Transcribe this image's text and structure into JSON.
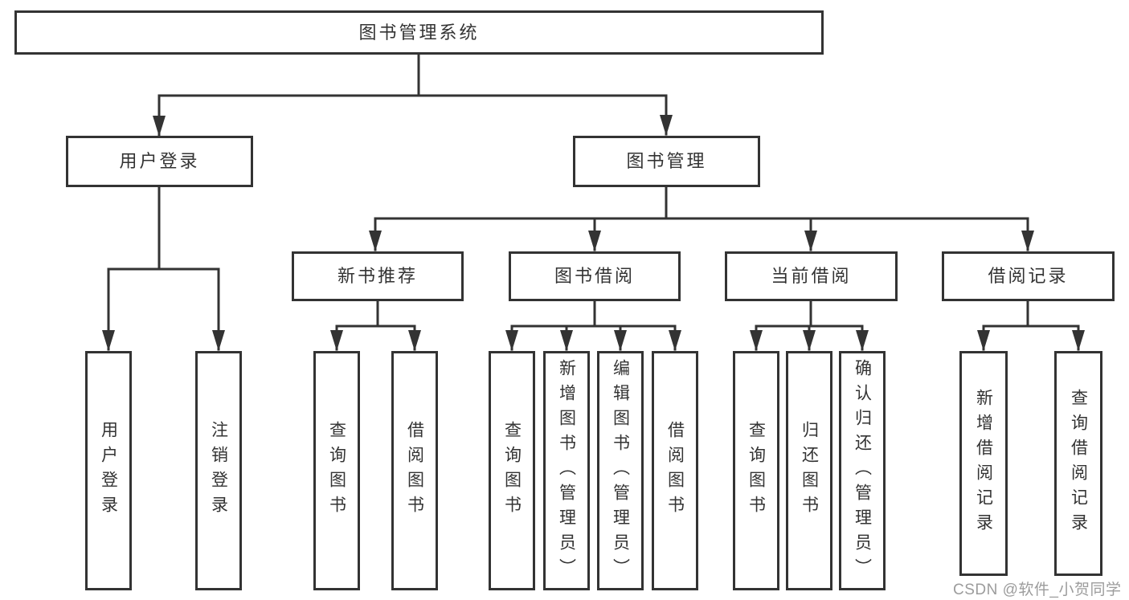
{
  "diagram_type": "hierarchy-tree",
  "colors": {
    "line": "#333333",
    "box_border": "#333333",
    "text": "#333333",
    "watermark": "#9c9c9c",
    "background": "#ffffff"
  },
  "tree": {
    "root": {
      "label": "图书管理系统"
    },
    "branches": [
      {
        "label": "用户登录",
        "children": [
          {
            "label": "用户登录"
          },
          {
            "label": "注销登录"
          }
        ]
      },
      {
        "label": "图书管理",
        "children": [
          {
            "label": "新书推荐",
            "children": [
              {
                "label": "查询图书"
              },
              {
                "label": "借阅图书"
              }
            ]
          },
          {
            "label": "图书借阅",
            "children": [
              {
                "label": "查询图书"
              },
              {
                "label": "新增图书（管理员）"
              },
              {
                "label": "编辑图书（管理员）"
              },
              {
                "label": "借阅图书"
              }
            ]
          },
          {
            "label": "当前借阅",
            "children": [
              {
                "label": "查询图书"
              },
              {
                "label": "归还图书"
              },
              {
                "label": "确认归还（管理员）"
              }
            ]
          },
          {
            "label": "借阅记录",
            "children": [
              {
                "label": "新增借阅记录"
              },
              {
                "label": "查询借阅记录"
              }
            ]
          }
        ]
      }
    ]
  },
  "watermark": {
    "text": "CSDN @软件_小贺同学"
  }
}
